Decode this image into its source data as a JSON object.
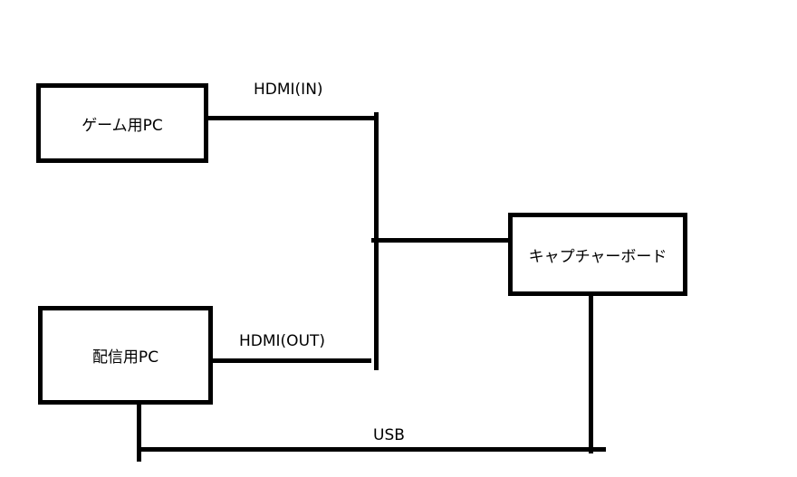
{
  "diagram": {
    "nodes": {
      "gaming_pc": "ゲーム用PC",
      "streaming_pc": "配信用PC",
      "capture_board": "キャプチャーボード"
    },
    "edges": {
      "hdmi_in": "HDMI(IN)",
      "hdmi_out": "HDMI(OUT)",
      "usb": "USB"
    }
  }
}
